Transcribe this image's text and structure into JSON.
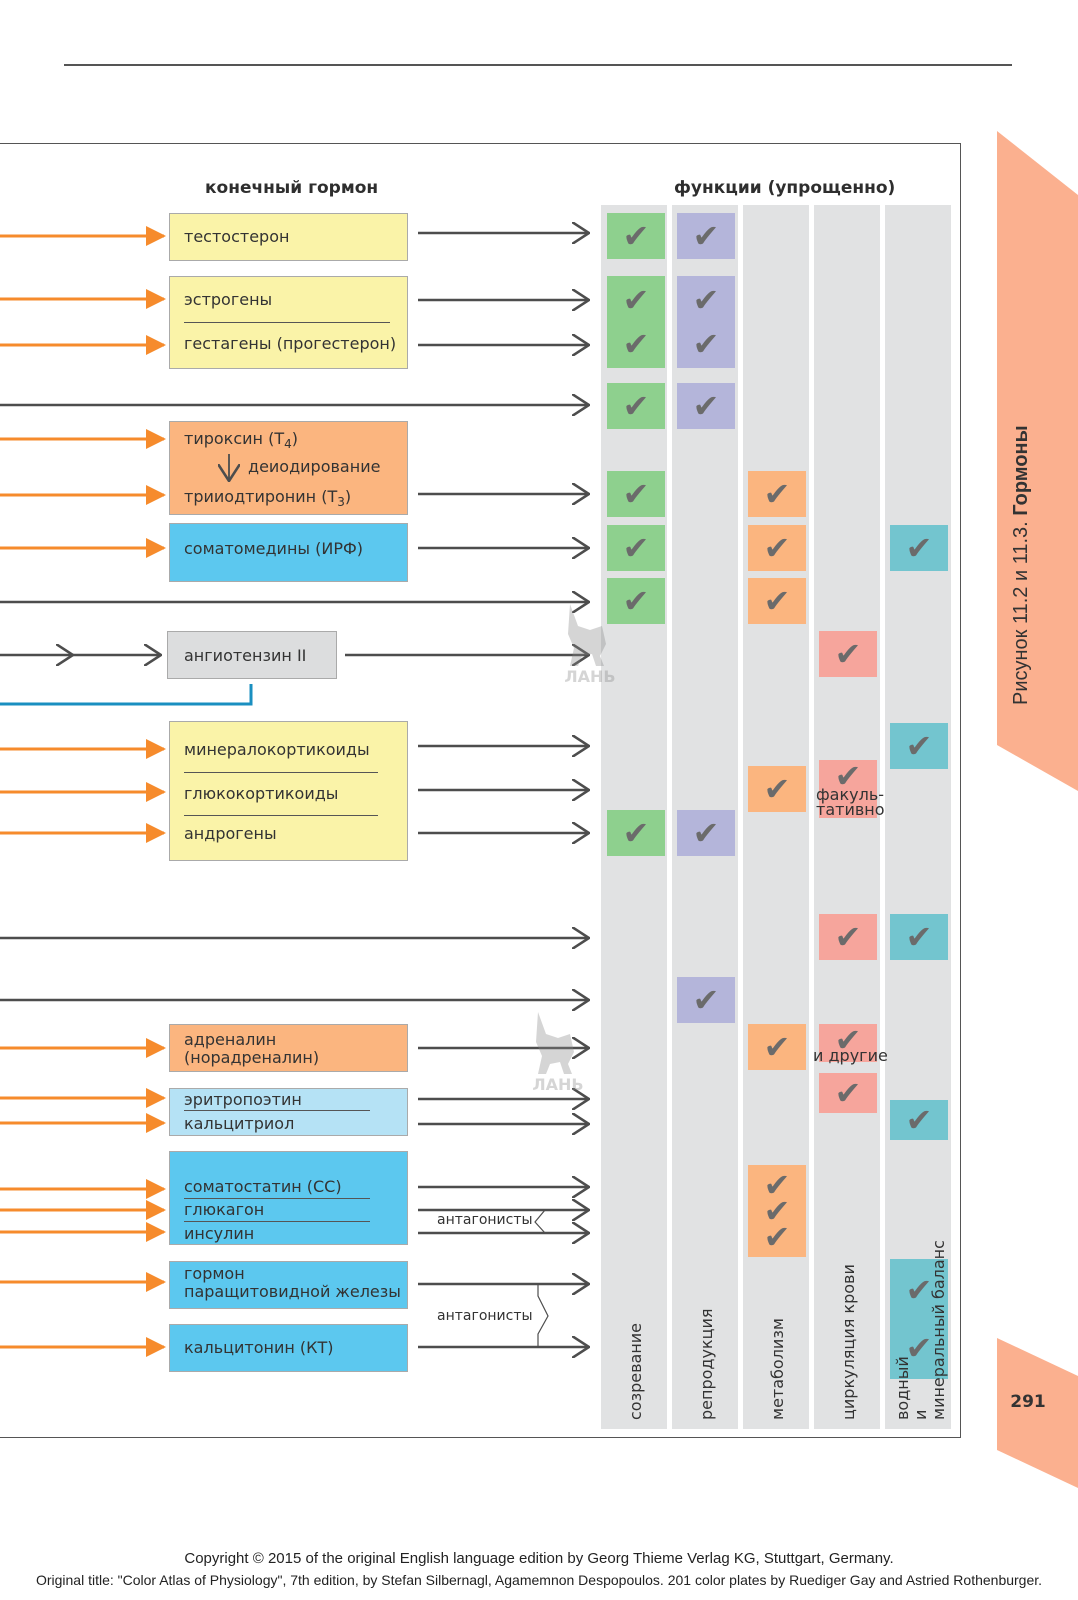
{
  "headers": {
    "hormone": "конечный гормон",
    "functions": "функции (упрощенно)"
  },
  "columns": [
    "созревание",
    "репродукция",
    "метаболизм",
    "циркуляция крови",
    "водный и минеральный баланс"
  ],
  "water_label_lines": [
    "водный",
    "и",
    "минеральный баланс"
  ],
  "hormones": {
    "testosterone": "тестостерон",
    "estrogens": "эстрогены",
    "gestagens": "гестагены (прогестерон)",
    "thyroxine": "тироксин (T",
    "thyroxine_sub": "4",
    "deiodination": "деиодирование",
    "triiodothyronine": "трииодтиронин (T",
    "triiodothyronine_sub": "3",
    "somatomedins": "соматомедины (ИРФ)",
    "angiotensin": "ангиотензин II",
    "mineralocorticoids": "минералокортикоиды",
    "glucocorticoids": "глюкокортикоиды",
    "androgens": "андрогены",
    "adrenaline": "адреналин",
    "noradrenaline": "(норадреналин)",
    "erythropoietin": "эритропоэтин",
    "calcitriol": "кальцитриол",
    "somatostatin": "соматостатин (СС)",
    "glucagon": "глюкагон",
    "insulin": "инсулин",
    "parathyroid_1": "гормон",
    "parathyroid_2": "паращитовидной железы",
    "calcitonin": "кальцитонин (КТ)"
  },
  "notes": {
    "facultative_1": "факуль-",
    "facultative_2": "тативно",
    "and_others": "и другие",
    "antagonists_1": "антагонисты",
    "antagonists_2": "антагонисты"
  },
  "check_glyph": "✔",
  "side_title_prefix": "Рисунок 11.2 и 11.3. ",
  "side_title_bold": "Гормоны",
  "page_number": "291",
  "watermark": "ЛАНЬ",
  "footer": {
    "line1": "Copyright © 2015 of the original English language edition by Georg Thieme Verlag KG, Stuttgart, Germany.",
    "line2": "Original title: \"Color Atlas of Physiology\", 7th edition, by Stefan Silbernagl, Agamemnon Despopoulos. 201 color plates by Ruediger Gay and Astried Rothenburger."
  },
  "colors": {
    "orange_arrow": "#f68b2c",
    "dark_arrow": "#4d4d4d",
    "blue_line": "#1a8fc0",
    "yellow_box": "#faf3a8",
    "orange_box": "#fbb57f",
    "blue_box": "#5cc8ef",
    "light_blue_box": "#b5e2f5",
    "grey_box": "#dcddde",
    "green_check": "#8ed08e",
    "purple_check": "#b4b5da",
    "orange_check": "#fbb57f",
    "red_check": "#f6a59c",
    "teal_check": "#73c5cf",
    "tab": "#fbb08f"
  }
}
